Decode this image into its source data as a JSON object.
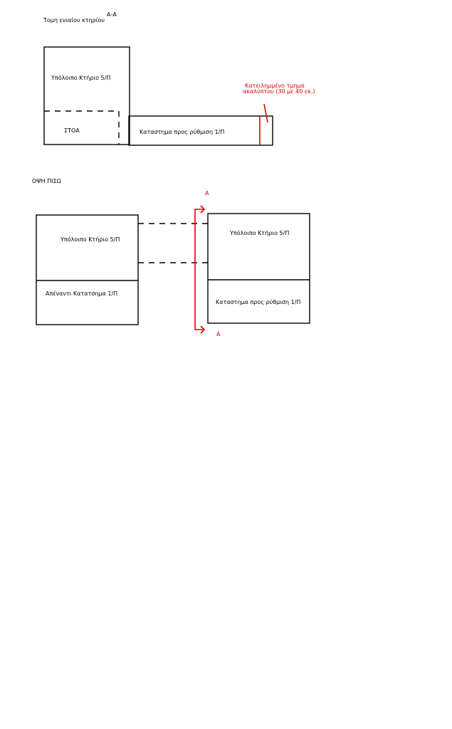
{
  "section": {
    "title": "Τομη ενιαίου κτηρίου",
    "marker": "Α-Α",
    "upper_building_label": "Υπόλοιπο Κτήριο 5/Π",
    "stoa_label": "ΣΤΟΑ",
    "shop_label": "Καταστημα προς ρύθμιση 1/Π",
    "occupied_note_line1": "Κατειλημμένο τμημα",
    "occupied_note_line2": "ακαλύπτου (30 με 40 εκ.)"
  },
  "rear_view": {
    "title": "ΟΨΗ ΠΙΣΩ",
    "left_upper_label": "Υπόλοιπο Κτήριο 5/Π",
    "left_lower_label": "Απέναντι Κατατσημα 1/Π",
    "right_upper_label": "Υπόλοιπο Κτήριο 5/Π",
    "right_lower_label": "Καταστημα προς ρύθμιση 1/Π",
    "section_marker_top": "Α",
    "section_marker_bottom": "Α"
  },
  "colors": {
    "annotation": "#e00000",
    "outline": "#000000"
  }
}
